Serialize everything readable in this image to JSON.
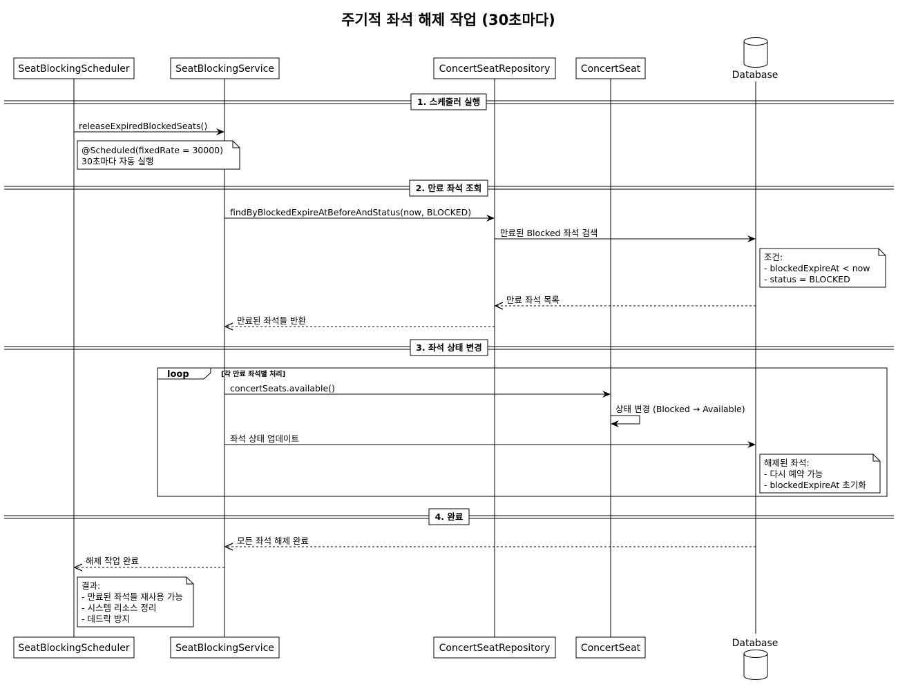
{
  "title": "주기적 좌석 해제 작업 (30초마다)",
  "participants": [
    {
      "id": "scheduler",
      "label": "SeatBlockingScheduler",
      "kind": "box"
    },
    {
      "id": "service",
      "label": "SeatBlockingService",
      "kind": "box"
    },
    {
      "id": "repository",
      "label": "ConcertSeatRepository",
      "kind": "box"
    },
    {
      "id": "seat",
      "label": "ConcertSeat",
      "kind": "box"
    },
    {
      "id": "database",
      "label": "Database",
      "kind": "database"
    }
  ],
  "dividers": [
    {
      "label": "1. 스케줄러 실행"
    },
    {
      "label": "2. 만료 좌석 조회"
    },
    {
      "label": "3. 좌석 상태 변경"
    },
    {
      "label": "4. 완료"
    }
  ],
  "messages": [
    {
      "from": "scheduler",
      "to": "service",
      "label": "releaseExpiredBlockedSeats()",
      "style": "solid"
    },
    {
      "from": "service",
      "to": "repository",
      "label": "findByBlockedExpireAtBeforeAndStatus(now, BLOCKED)",
      "style": "solid"
    },
    {
      "from": "repository",
      "to": "database",
      "label": "만료된 Blocked 좌석 검색",
      "style": "solid"
    },
    {
      "from": "database",
      "to": "repository",
      "label": "만료 좌석 목록",
      "style": "dashed"
    },
    {
      "from": "repository",
      "to": "service",
      "label": "만료된 좌석들 반환",
      "style": "dashed"
    },
    {
      "from": "service",
      "to": "seat",
      "label": "concertSeats.available()",
      "style": "solid"
    },
    {
      "from": "seat",
      "to": "seat",
      "label": "상태 변경 (Blocked → Available)",
      "style": "solid"
    },
    {
      "from": "service",
      "to": "database",
      "label": "좌석 상태 업데이트",
      "style": "solid"
    },
    {
      "from": "database",
      "to": "service",
      "label": "모든 좌석 해제 완료",
      "style": "dashed"
    },
    {
      "from": "service",
      "to": "scheduler",
      "label": "해제 작업 완료",
      "style": "dashed"
    }
  ],
  "notes": [
    {
      "anchor": "scheduler",
      "lines": [
        "@Scheduled(fixedRate = 30000)",
        "30초마다 자동 실행"
      ]
    },
    {
      "anchor": "database",
      "lines": [
        "조건:",
        "- blockedExpireAt < now",
        "- status = BLOCKED"
      ]
    },
    {
      "anchor": "database",
      "lines": [
        "해제된 좌석:",
        "- 다시 예약 가능",
        "- blockedExpireAt 초기화"
      ]
    },
    {
      "anchor": "scheduler",
      "lines": [
        "결과:",
        "- 만료된 좌석들 재사용 가능",
        "- 시스템 리소스 정리",
        "- 데드락 방지"
      ]
    }
  ],
  "loop": {
    "keyword": "loop",
    "condition": "[각 만료 좌석별 처리]"
  }
}
